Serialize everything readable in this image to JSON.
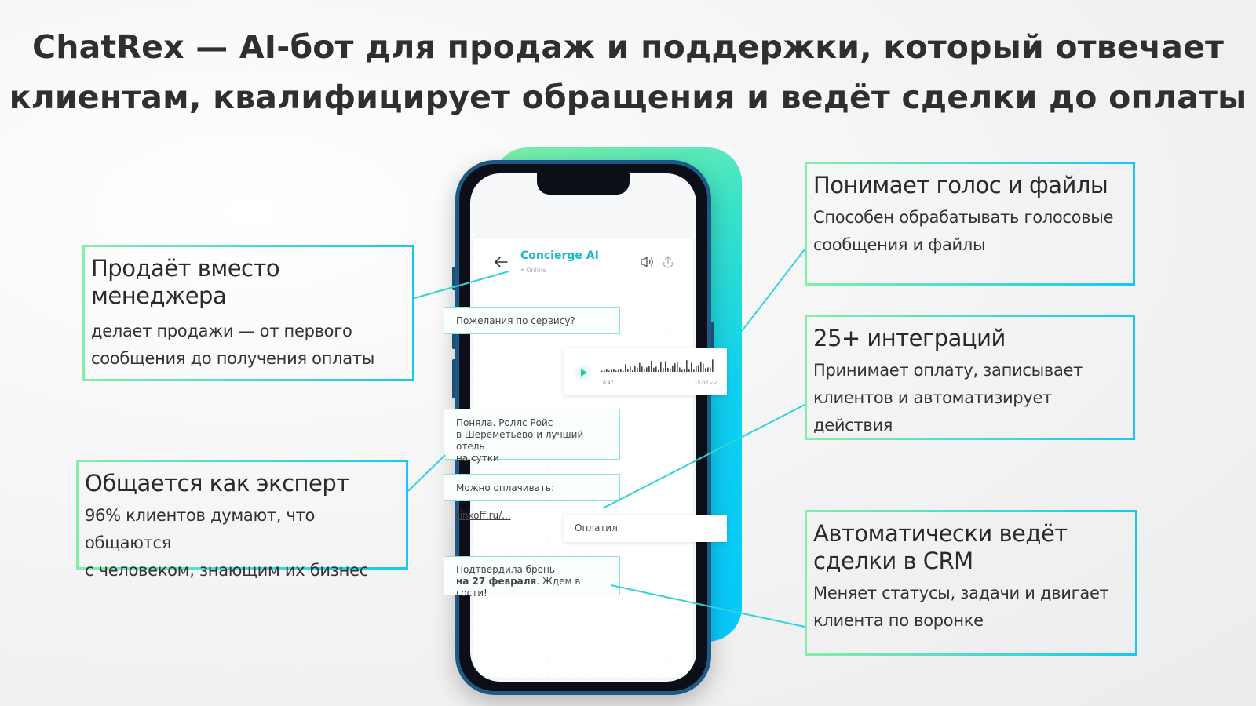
{
  "headline": {
    "line1": "ChatRex — AI-бот для продаж и поддержки, который отвечает",
    "line2": "клиентам, квалифицирует обращения и ведёт сделки до оплаты"
  },
  "chat": {
    "title": "Concierge AI",
    "status": "• Online",
    "messages": {
      "m1": "Пожелания по сервису?",
      "voice_duration": "0:47",
      "voice_time": "15:03 ✓✓",
      "m3_line1": "Поняла. Роллс Ройс",
      "m3_line2": "в Шереметьево и лучший отель",
      "m3_line3": "на сутки",
      "m4_prefix": "Можно оплачивать: ",
      "m4_link": "tinkoff.ru/...",
      "m5": "Оплатил",
      "m6_line1": "Подтвердила бронь",
      "m6_bold": "на 27 февраля",
      "m6_rest": ". Ждем в гости!"
    }
  },
  "callouts": {
    "sales": {
      "title_line1": "Продаёт вместо",
      "title_line2": "менеджера",
      "desc_line1": "делает продажи — от первого",
      "desc_line2": "сообщения до получения оплаты"
    },
    "expert": {
      "title": "Общается как эксперт",
      "desc_line1": "96% клиентов думают, что общаются",
      "desc_line2": "с человеком, знающим их бизнес"
    },
    "voice": {
      "title": "Понимает голос и файлы",
      "desc_line1": "Способен обрабатывать голосовые",
      "desc_line2": "сообщения и файлы"
    },
    "integrations": {
      "title": "25+ интеграций",
      "desc_line1": "Принимает оплату, записывает",
      "desc_line2": "клиентов и автоматизирует действия"
    },
    "crm": {
      "title_line1": "Автоматически ведёт",
      "title_line2": "сделки в CRM",
      "desc_line1": "Меняет статусы, задачи и двигает",
      "desc_line2": "клиента по воронке"
    }
  },
  "colors": {
    "accent_green": "#7ff0a8",
    "accent_cyan": "#14c9f0",
    "chat_title": "#17b7d1",
    "phone_frame": "#1d5a86"
  },
  "icons": [
    "back-arrow-icon",
    "speaker-icon",
    "share-icon",
    "play-icon",
    "waveform-icon"
  ]
}
